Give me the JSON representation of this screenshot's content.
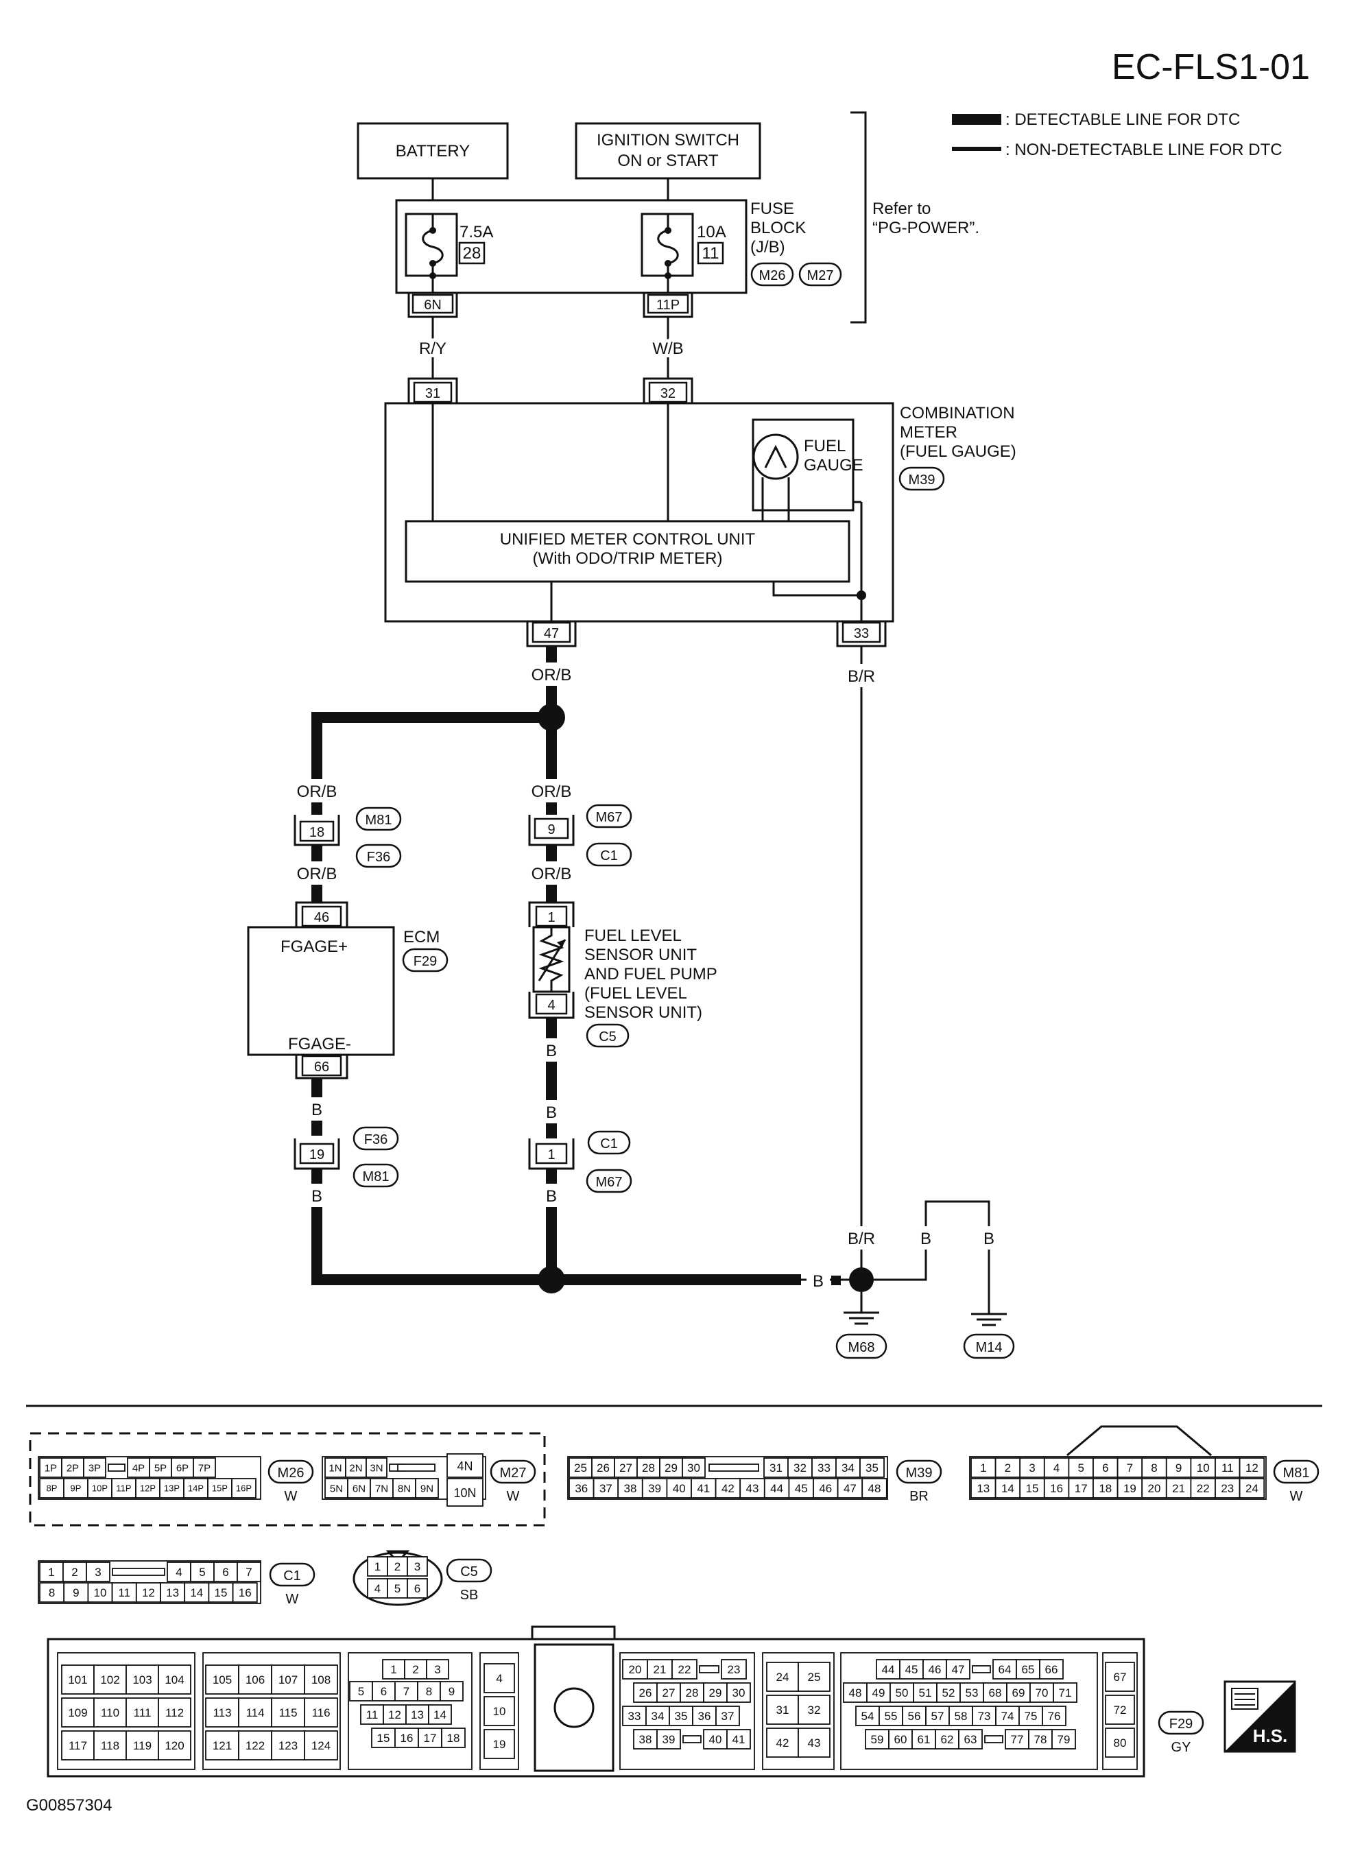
{
  "header": {
    "title": "EC-FLS1-01"
  },
  "legend": {
    "detectable": ": DETECTABLE LINE FOR DTC",
    "non_detectable": ": NON-DETECTABLE LINE FOR DTC"
  },
  "power": {
    "battery": "BATTERY",
    "ignition_line1": "IGNITION SWITCH",
    "ignition_line2": "ON or START",
    "fuse_a_rating": "7.5A",
    "fuse_a_number": "28",
    "fuse_b_rating": "10A",
    "fuse_b_number": "11",
    "fuse_block_line1": "FUSE",
    "fuse_block_line2": "BLOCK",
    "fuse_block_line3": "(J/B)",
    "fuse_block_conn1": "M26",
    "fuse_block_conn2": "M27",
    "refer_line1": "Refer to",
    "refer_line2": "“PG-POWER”.",
    "terminal_a": "6N",
    "terminal_b": "11P",
    "wire_a": "R/Y",
    "wire_b": "W/B"
  },
  "meter": {
    "pin_a": "31",
    "pin_b": "32",
    "pin_out": "47",
    "pin_ground": "33",
    "name_line1": "COMBINATION",
    "name_line2": "METER",
    "name_line3": "(FUEL GAUGE)",
    "connector": "M39",
    "gauge_line1": "FUEL",
    "gauge_line2": "GAUGE",
    "unit_line1": "UNIFIED METER CONTROL UNIT",
    "unit_line2": "(With ODO/TRIP METER)"
  },
  "signal": {
    "wire_out": "OR/B",
    "wire_ground": "B/R",
    "left_wire_top": "OR/B",
    "left_pin": "18",
    "left_conn_top": "M81",
    "left_conn_bottom": "F36",
    "left_wire_mid": "OR/B",
    "center_wire_top": "OR/B",
    "center_pin": "9",
    "center_conn_top": "M67",
    "center_conn_bottom": "C1",
    "center_wire_mid": "OR/B"
  },
  "ecm": {
    "pin_top": "46",
    "pin_bottom": "66",
    "name": "ECM",
    "connector": "F29",
    "label_top": "FGAGE+",
    "label_bottom": "FGAGE-",
    "wire_below": "B",
    "pin_joint": "19",
    "joint_conn_top": "F36",
    "joint_conn_bottom": "M81",
    "wire_bottom": "B"
  },
  "sensor": {
    "pin_top": "1",
    "pin_bottom": "4",
    "line1": "FUEL LEVEL",
    "line2": "SENSOR UNIT",
    "line3": "AND FUEL PUMP",
    "line4": "(FUEL LEVEL",
    "line5": "SENSOR UNIT)",
    "connector": "C5",
    "wire_below": "B",
    "wire_above_joint": "B",
    "pin_joint": "1",
    "joint_conn_top": "C1",
    "joint_conn_bottom": "M67",
    "wire_bottom": "B"
  },
  "ground": {
    "wire_br": "B/R",
    "wire_b1": "B",
    "wire_b2": "B",
    "wire_b_mid": "B",
    "ground_a": "M68",
    "ground_b": "M14"
  },
  "connectors": {
    "m26": {
      "id": "M26",
      "color": "W",
      "row1": [
        "1P",
        "2P",
        "3P",
        "",
        "4P",
        "5P",
        "6P",
        "7P"
      ],
      "row2": [
        "8P",
        "9P",
        "10P",
        "11P",
        "12P",
        "13P",
        "14P",
        "15P",
        "16P"
      ]
    },
    "m27": {
      "id": "M27",
      "color": "W",
      "row1": [
        "1N",
        "2N",
        "3N",
        ""
      ],
      "row2": [
        "5N",
        "6N",
        "7N",
        "8N",
        "9N"
      ],
      "right_top": "4N",
      "right_bottom": "10N"
    },
    "m39": {
      "id": "M39",
      "color": "BR",
      "row1": [
        "25",
        "26",
        "27",
        "28",
        "29",
        "30",
        "",
        "31",
        "32",
        "33",
        "34",
        "35"
      ],
      "row2": [
        "36",
        "37",
        "38",
        "39",
        "40",
        "41",
        "42",
        "43",
        "44",
        "45",
        "46",
        "47",
        "48"
      ]
    },
    "m81": {
      "id": "M81",
      "color": "W",
      "row1": [
        "1",
        "2",
        "3",
        "4",
        "5",
        "6",
        "7",
        "8",
        "9",
        "10",
        "11",
        "12"
      ],
      "row2": [
        "13",
        "14",
        "15",
        "16",
        "17",
        "18",
        "19",
        "20",
        "21",
        "22",
        "23",
        "24"
      ]
    },
    "c1": {
      "id": "C1",
      "color": "W",
      "row1": [
        "1",
        "2",
        "3",
        "",
        "4",
        "5",
        "6",
        "7"
      ],
      "row2": [
        "8",
        "9",
        "10",
        "11",
        "12",
        "13",
        "14",
        "15",
        "16"
      ]
    },
    "c5": {
      "id": "C5",
      "color": "SB",
      "row1": [
        "1",
        "2",
        "3"
      ],
      "row2": [
        "4",
        "5",
        "6"
      ]
    },
    "f29": {
      "id": "F29",
      "color": "GY",
      "block1": [
        "101",
        "102",
        "103",
        "104",
        "109",
        "110",
        "111",
        "112",
        "117",
        "118",
        "119",
        "120"
      ],
      "block2": [
        "105",
        "106",
        "107",
        "108",
        "113",
        "114",
        "115",
        "116",
        "121",
        "122",
        "123",
        "124"
      ],
      "block3_r1": [
        "1",
        "2",
        "3"
      ],
      "block3_r2": [
        "5",
        "6",
        "7",
        "8",
        "9"
      ],
      "block3_r3": [
        "11",
        "12",
        "13",
        "14"
      ],
      "block3_r4": [
        "15",
        "16",
        "17",
        "18"
      ],
      "block4": [
        "4",
        "10",
        "19"
      ],
      "block5_r1": [
        "20",
        "21",
        "22",
        "",
        "23"
      ],
      "block5_r2": [
        "26",
        "27",
        "28",
        "29",
        "30"
      ],
      "block5_r3": [
        "33",
        "34",
        "35",
        "36",
        "37"
      ],
      "block5_r4": [
        "38",
        "39",
        "",
        "40",
        "41"
      ],
      "block6": [
        "24",
        "25",
        "31",
        "32",
        "42",
        "43"
      ],
      "block7_r1": [
        "44",
        "45",
        "46",
        "47",
        "",
        "64",
        "65",
        "66"
      ],
      "block7_r2": [
        "48",
        "49",
        "50",
        "51",
        "52",
        "53",
        "68",
        "69",
        "70",
        "71"
      ],
      "block7_r3": [
        "54",
        "55",
        "56",
        "57",
        "58",
        "73",
        "74",
        "75",
        "76"
      ],
      "block7_r4": [
        "59",
        "60",
        "61",
        "62",
        "63",
        "",
        "77",
        "78",
        "79"
      ],
      "block8": [
        "67",
        "72",
        "80"
      ]
    }
  },
  "badge": {
    "text": "H.S."
  },
  "footer": {
    "code": "G00857304"
  }
}
